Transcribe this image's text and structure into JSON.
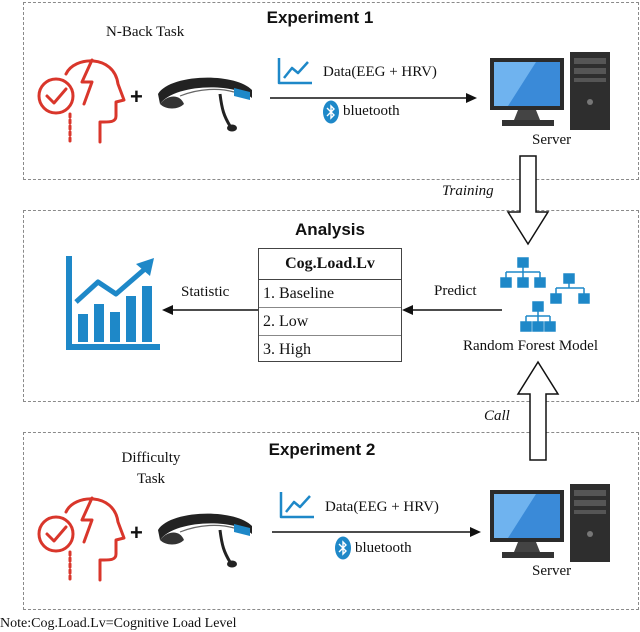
{
  "experiment1": {
    "title": "Experiment 1",
    "task_label": "N-Back Task",
    "data_label": "Data(EEG + HRV)",
    "bluetooth_label": "bluetooth",
    "server_label": "Server"
  },
  "training_label": "Training",
  "analysis": {
    "title": "Analysis",
    "table_header": "Cog.Load.Lv",
    "table_rows": [
      "1. Baseline",
      "2. Low",
      "3. High"
    ],
    "statistic_label": "Statistic",
    "predict_label": "Predict",
    "model_label": "Random Forest Model"
  },
  "call_label": "Call",
  "experiment2": {
    "title": "Experiment 2",
    "task_label_line1": "Difficulty",
    "task_label_line2": "Task",
    "data_label": "Data(EEG + HRV)",
    "bluetooth_label": "bluetooth",
    "server_label": "Server"
  },
  "note": "Note:Cog.Load.Lv=Cognitive Load Level",
  "colors": {
    "brain_red": "#d9362b",
    "accent_blue": "#1e88c8",
    "headset_dark": "#222222"
  }
}
